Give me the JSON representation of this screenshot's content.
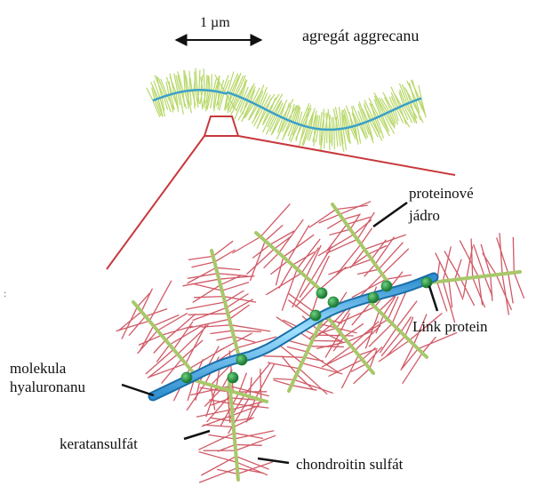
{
  "labels": {
    "scale": "1 µm",
    "aggregate": "agregát aggrecanu",
    "core_line1": "proteinové",
    "core_line2": "jádro",
    "link_protein": "Link protein",
    "hyaluronan_line1": "molekula",
    "hyaluronan_line2": "hyaluronanu",
    "keratan": "keratansulfát",
    "chondroitin": "chondroitin sulfát",
    "margin_mark": ":"
  },
  "colors": {
    "background": "#ffffff",
    "text": "#111111",
    "overview_bristles": "#b8d86a",
    "overview_core": "#3aa0c8",
    "zoom_lines": "#c8383c",
    "core_protein": "#a8c86a",
    "glycosaminoglycan_chains": "#d05a66",
    "hyaluronan": "#5cc0ee",
    "link_protein": "#1f8a3a"
  }
}
